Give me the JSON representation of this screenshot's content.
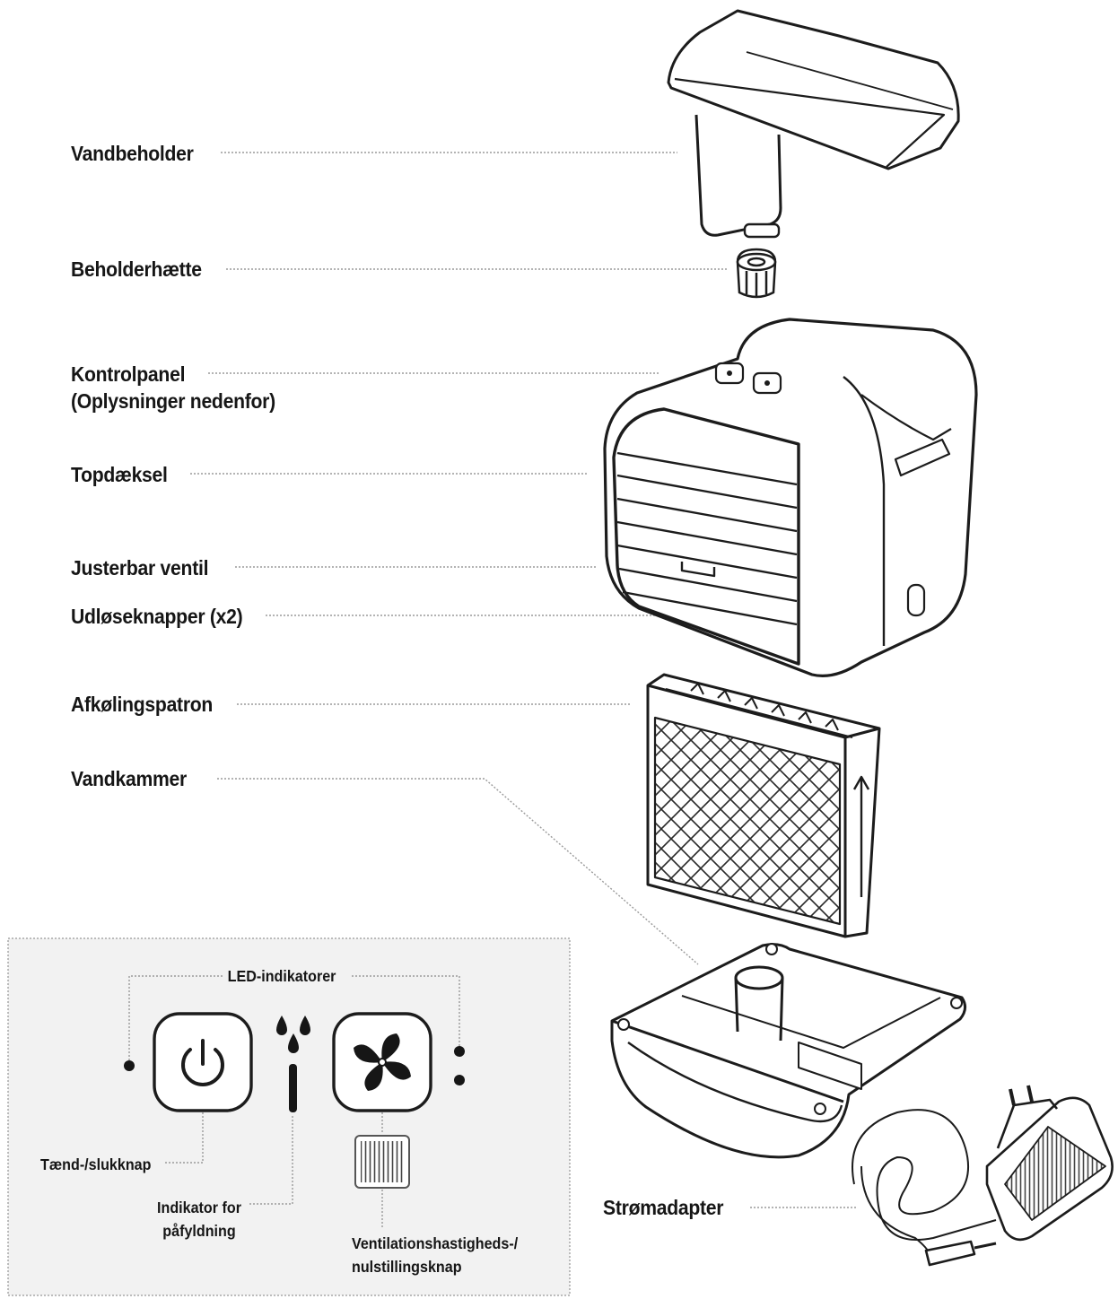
{
  "labels": {
    "water_tank": "Vandbeholder",
    "tank_cap": "Beholderhætte",
    "control_panel": "Kontrolpanel",
    "control_panel_note": "(Oplysninger nedenfor)",
    "top_cover": "Topdæksel",
    "adjustable_vent": "Justerbar ventil",
    "release_buttons": "Udløseknapper (x2)",
    "cooling_cartridge": "Afkølingspatron",
    "water_chamber": "Vandkammer",
    "power_adapter": "Strømadapter"
  },
  "panel": {
    "led_indicators": "LED-indikatorer",
    "power_button": "Tænd-/slukknap",
    "refill_indicator_line1": "Indikator for",
    "refill_indicator_line2": "påfyldning",
    "fan_button_line1": "Ventilationshastigheds-/",
    "fan_button_line2": "nulstillingsknap"
  }
}
